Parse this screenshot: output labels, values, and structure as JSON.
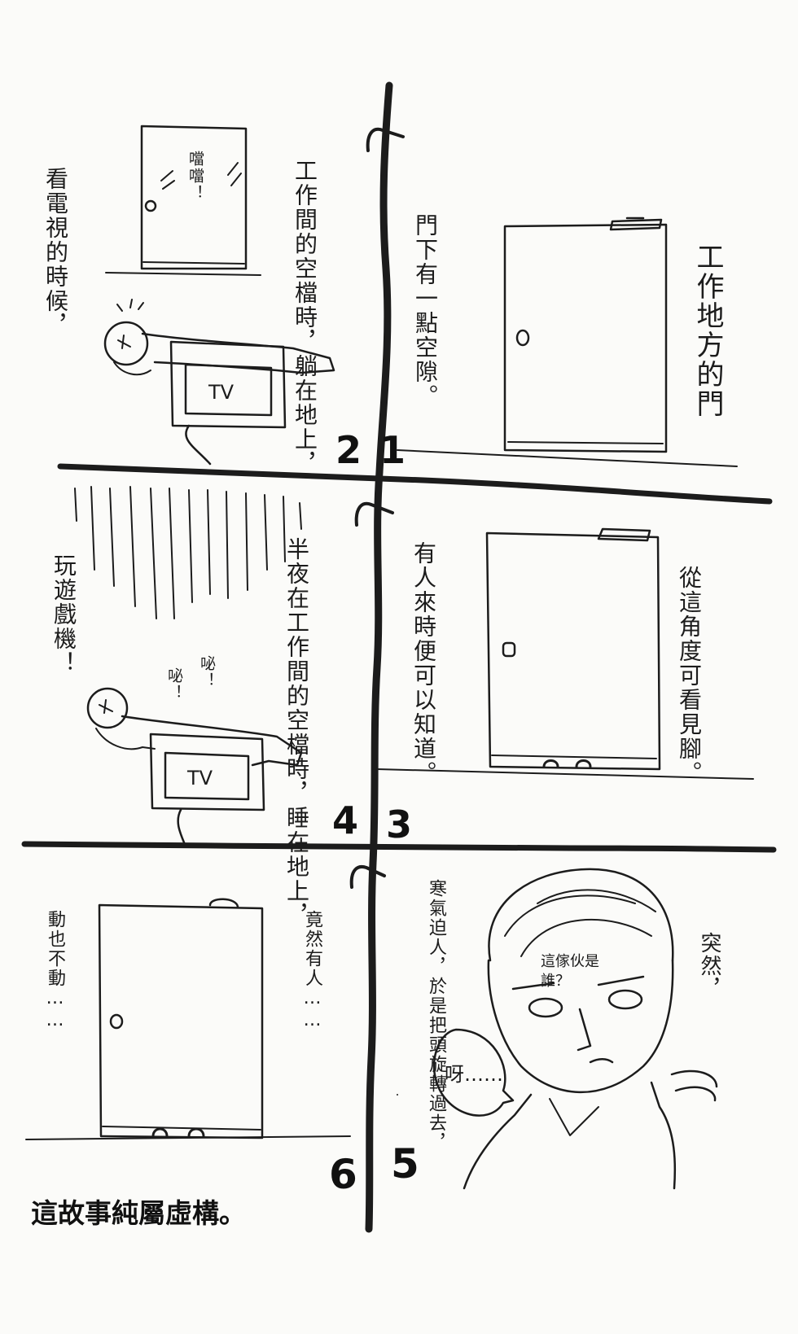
{
  "panels": [
    {
      "number": "1",
      "captions": [
        "工作地方的門",
        "門下有一點空隙。"
      ]
    },
    {
      "number": "2",
      "captions": [
        "工作間的空檔時，躺在地上，",
        "看電視的時候，"
      ],
      "sfx": "噹噹！",
      "tv_label": "TV"
    },
    {
      "number": "3",
      "captions": [
        "從這角度可看見腳。",
        "有人來時便可以知道。"
      ]
    },
    {
      "number": "4",
      "captions": [
        "半夜在工作間的空檔時，睡在地上，",
        "玩遊戲機！"
      ],
      "sfx": [
        "咇！",
        "咇！"
      ],
      "tv_label": "TV"
    },
    {
      "number": "5",
      "captions": [
        "突然，",
        "寒氣迫人，於是把頭旋轉過去，"
      ],
      "thought": "這傢伙是誰？",
      "speech": "呀……"
    },
    {
      "number": "6",
      "captions": [
        "竟然有人……",
        "動也不動……"
      ]
    }
  ],
  "footer": "這故事純屬虛構。"
}
